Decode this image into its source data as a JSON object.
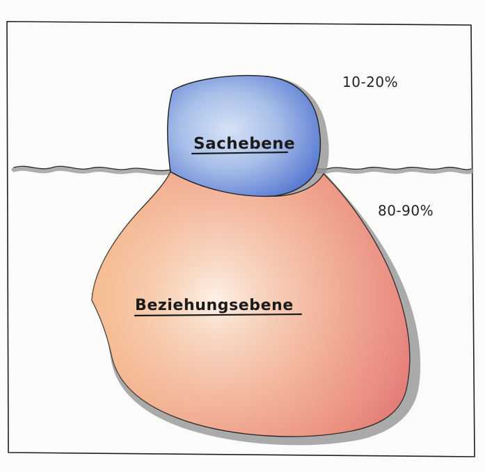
{
  "diagram": {
    "upper_label": "Sachebene",
    "lower_label": "Beziehungsebene",
    "upper_percent": "10-20%",
    "lower_percent": "80-90%"
  },
  "colors": {
    "paper": "#fbfbfa",
    "frame_line": "#1e1e1e",
    "waterline": "#9a9a9a",
    "shadow": "#8f8f8f",
    "tip_fill": "#8ea8de",
    "base_fill": "#f2b09a"
  },
  "icons": {
    "iceberg": "iceberg-sketch"
  }
}
